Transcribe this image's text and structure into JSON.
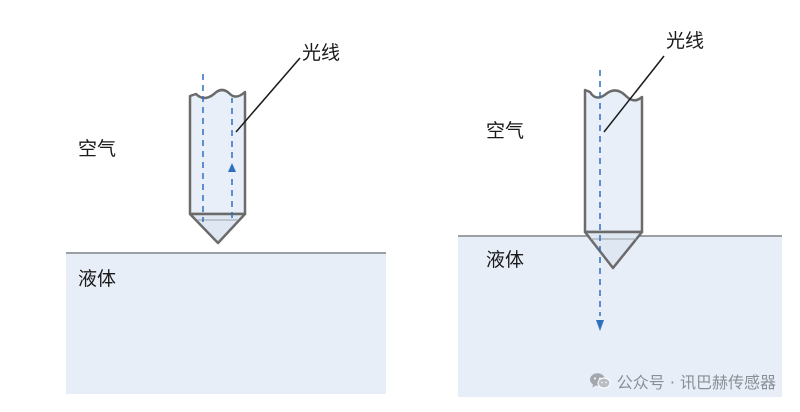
{
  "panels": {
    "left": {
      "air_label": "空气",
      "liquid_label": "液体",
      "ray_label": "光线"
    },
    "right": {
      "air_label": "空气",
      "liquid_label": "液体",
      "ray_label": "光线"
    }
  },
  "colors": {
    "liquid": "#e8eef8",
    "rod_fill": "#e9eff9",
    "rod_stroke": "#6b6b6b",
    "ray": "#2f6fbf",
    "surface": "#9aa0a6"
  },
  "watermark": {
    "icon": "wechat-icon",
    "text": "公众号 · 讯巴赫传感器"
  }
}
